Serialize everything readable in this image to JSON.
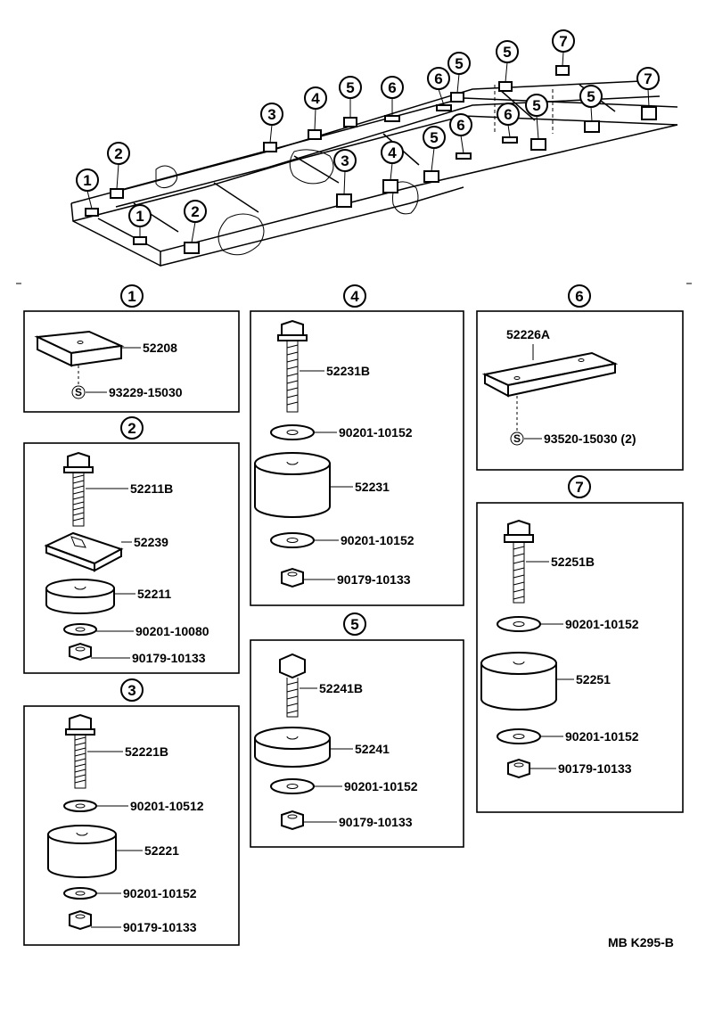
{
  "overview_callouts": [
    "1",
    "1",
    "2",
    "2",
    "3",
    "3",
    "4",
    "4",
    "5",
    "5",
    "5",
    "5",
    "5",
    "6",
    "6",
    "6",
    "6",
    "7",
    "7"
  ],
  "groups": [
    {
      "id": "1",
      "parts": [
        {
          "no": "52208"
        },
        {
          "no": "93229-15030",
          "prefix": "S"
        }
      ]
    },
    {
      "id": "2",
      "parts": [
        {
          "no": "52211B"
        },
        {
          "no": "52239"
        },
        {
          "no": "52211"
        },
        {
          "no": "90201-10080"
        },
        {
          "no": "90179-10133"
        }
      ]
    },
    {
      "id": "3",
      "parts": [
        {
          "no": "52221B"
        },
        {
          "no": "90201-10512"
        },
        {
          "no": "52221"
        },
        {
          "no": "90201-10152"
        },
        {
          "no": "90179-10133"
        }
      ]
    },
    {
      "id": "4",
      "parts": [
        {
          "no": "52231B"
        },
        {
          "no": "90201-10152"
        },
        {
          "no": "52231"
        },
        {
          "no": "90201-10152"
        },
        {
          "no": "90179-10133"
        }
      ]
    },
    {
      "id": "5",
      "parts": [
        {
          "no": "52241B"
        },
        {
          "no": "52241"
        },
        {
          "no": "90201-10152"
        },
        {
          "no": "90179-10133"
        }
      ]
    },
    {
      "id": "6",
      "parts": [
        {
          "no": "52226A"
        },
        {
          "no": "93520-15030 (2)",
          "prefix": "S"
        }
      ]
    },
    {
      "id": "7",
      "parts": [
        {
          "no": "52251B"
        },
        {
          "no": "90201-10152"
        },
        {
          "no": "52251"
        },
        {
          "no": "90201-10152"
        },
        {
          "no": "90179-10133"
        }
      ]
    }
  ],
  "footer_code": "MB K295-B"
}
